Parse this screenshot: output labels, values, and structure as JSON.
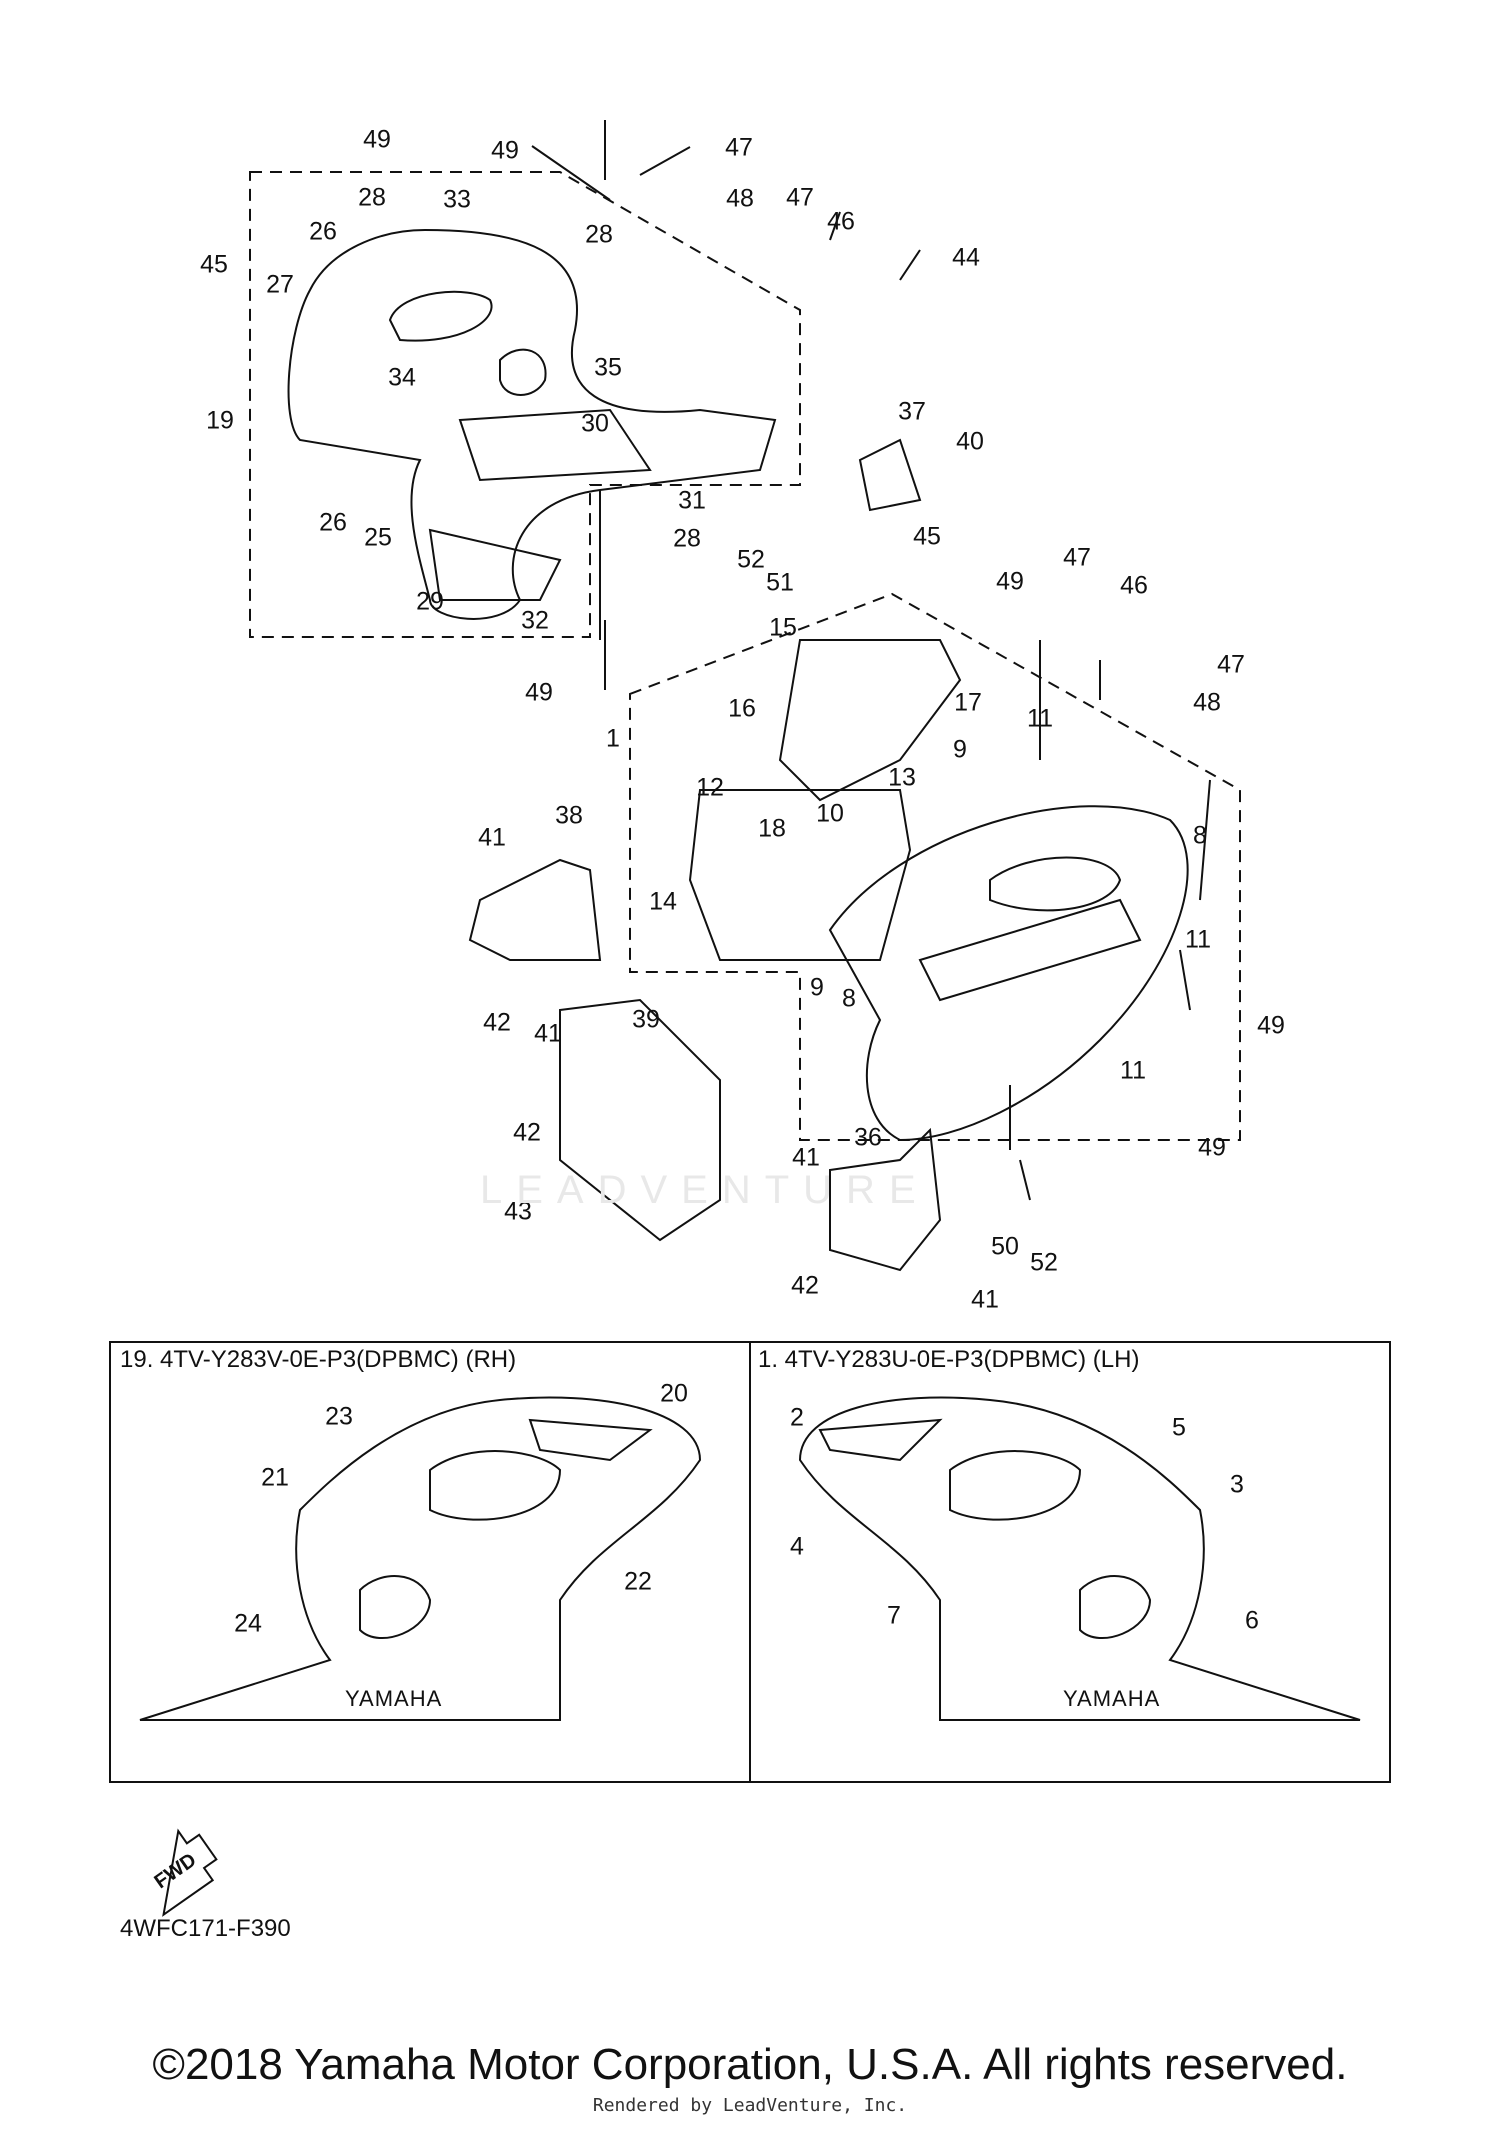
{
  "diagram": {
    "callouts": [
      "1",
      "2",
      "3",
      "4",
      "5",
      "6",
      "7",
      "8",
      "9",
      "10",
      "11",
      "12",
      "13",
      "14",
      "15",
      "16",
      "17",
      "18",
      "19",
      "20",
      "21",
      "22",
      "23",
      "24",
      "25",
      "26",
      "27",
      "28",
      "29",
      "30",
      "31",
      "32",
      "33",
      "34",
      "35",
      "36",
      "37",
      "38",
      "39",
      "40",
      "41",
      "42",
      "43",
      "44",
      "45",
      "46",
      "47",
      "48",
      "49",
      "50",
      "51",
      "52"
    ],
    "box_rh_title": "19. 4TV-Y283V-0E-P3(DPBMC)     (RH)",
    "box_lh_title": "1. 4TV-Y283U-0E-P3(DPBMC)      (LH)",
    "decal_text_rh": "YAMAHA",
    "decal_text_lh": "YAMAHA",
    "fwd_label": "FWD",
    "drawing_code": "4WFC171-F390",
    "watermark": "LEADVENTURE"
  },
  "footer": {
    "copyright": "©2018 Yamaha Motor Corporation, U.S.A. All rights reserved.",
    "rendered_by": "Rendered by LeadVenture, Inc."
  }
}
